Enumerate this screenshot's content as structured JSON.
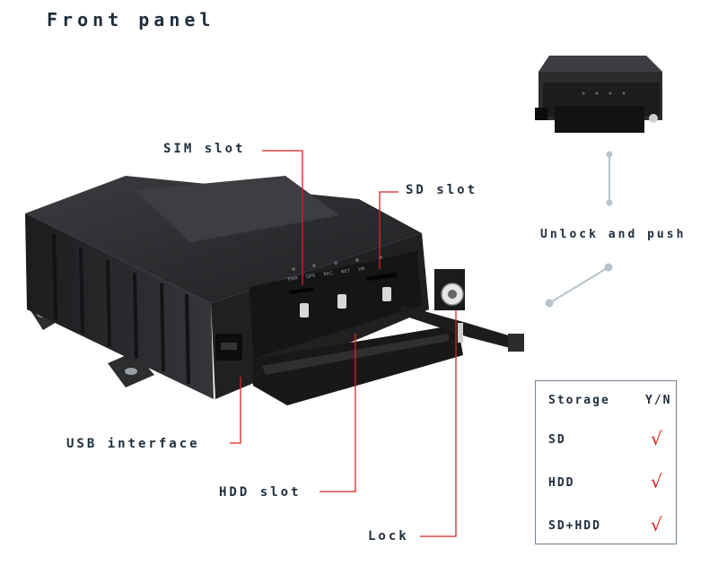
{
  "title": "Front panel",
  "labels": {
    "sim_slot": "SIM slot",
    "sd_slot": "SD slot",
    "usb_interface": "USB interface",
    "hdd_slot": "HDD slot",
    "lock": "Lock",
    "unlock_push": "Unlock and push"
  },
  "led_labels": [
    "PWR",
    "GPS",
    "REC",
    "NET",
    "HR"
  ],
  "table": {
    "header_storage": "Storage",
    "header_yn": "Y/N",
    "rows": [
      {
        "name": "SD",
        "mark": "√"
      },
      {
        "name": "HDD",
        "mark": "√"
      },
      {
        "name": "SD+HDD",
        "mark": "√"
      }
    ]
  },
  "colors": {
    "accent": "#e02020",
    "text": "#1f2d3d",
    "device": "#2a2c2e"
  }
}
